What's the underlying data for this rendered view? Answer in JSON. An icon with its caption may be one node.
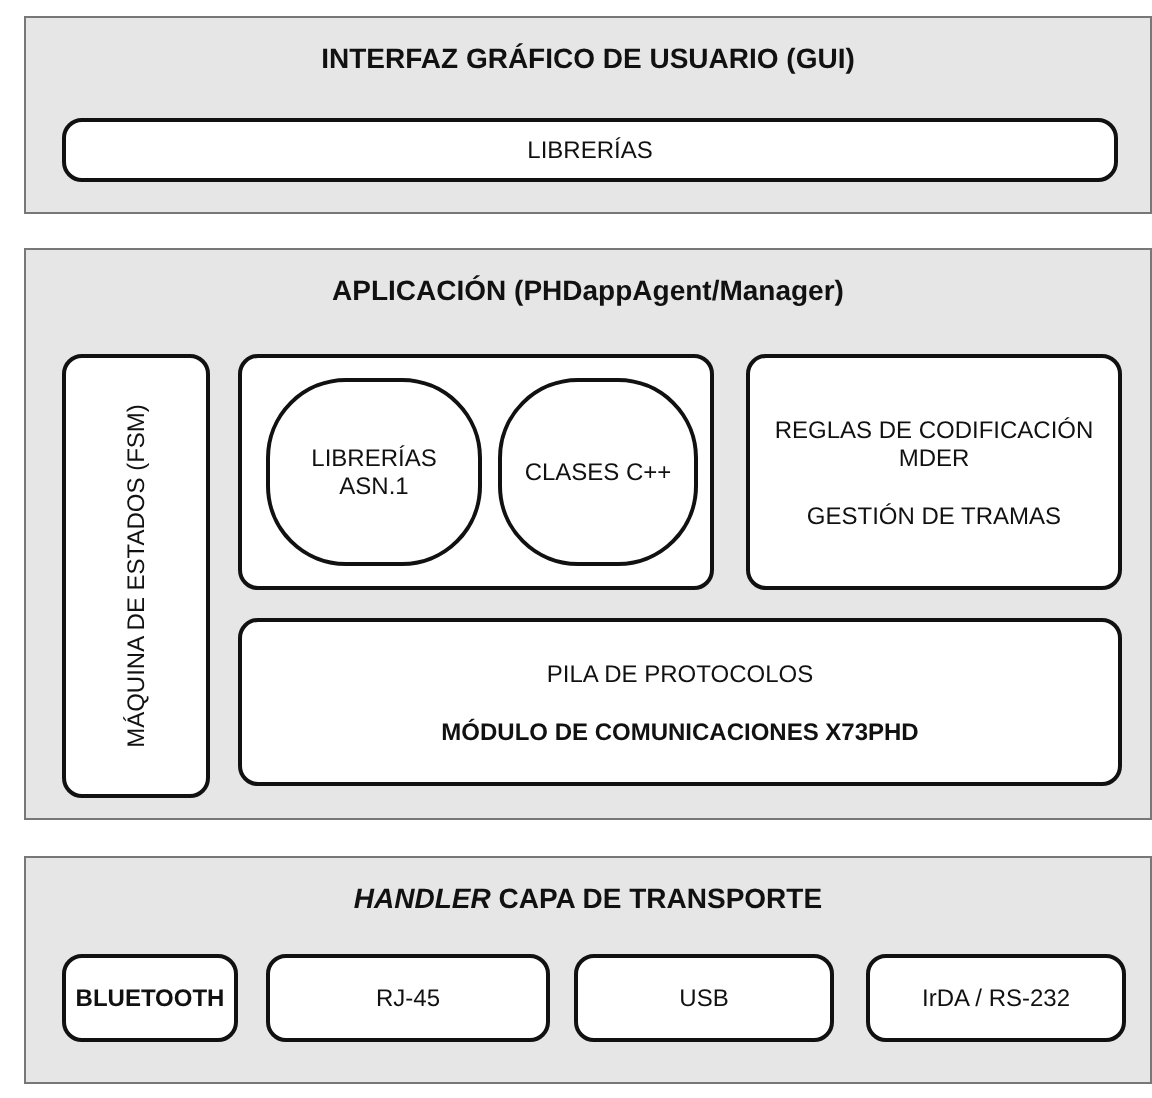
{
  "diagram": {
    "nodes": [
      {
        "text": [
          "INTERFAZ GRÁFICO DE USUARIO (GUI)"
        ]
      },
      {
        "text": [
          "LIBRERÍAS"
        ],
        "in": 0
      },
      {
        "text": [
          "APLICACIÓN (PHDappAgent/Manager)"
        ]
      },
      {
        "text": [
          "MÁQUINA DE ESTADOS (FSM)"
        ],
        "in": 2
      },
      {
        "text": [],
        "shape": "box",
        "in": 2
      },
      {
        "text": [
          "LIBRERÍAS ASN.1"
        ],
        "in": 4
      },
      {
        "text": [
          "CLASES C++"
        ],
        "in": 4
      },
      {
        "text": [
          "REGLAS DE CODIFICACIÓN MDER",
          "GESTIÓN DE TRAMAS"
        ],
        "in": 2
      },
      {
        "text": [
          "PILA DE PROTOCOLOS",
          "MÓDULO DE COMUNICACIONES X73PHD"
        ],
        "in": 2
      },
      {
        "text": [
          "*HANDLER* CAPA DE TRANSPORTE"
        ]
      },
      {
        "text": [
          "BLUETOOTH"
        ],
        "in": 9
      },
      {
        "text": [
          "RJ-45"
        ],
        "in": 9
      },
      {
        "text": [
          "USB"
        ],
        "in": 9
      },
      {
        "text": [
          "IrDA / RS-232"
        ],
        "in": 9
      }
    ],
    "edges": []
  }
}
